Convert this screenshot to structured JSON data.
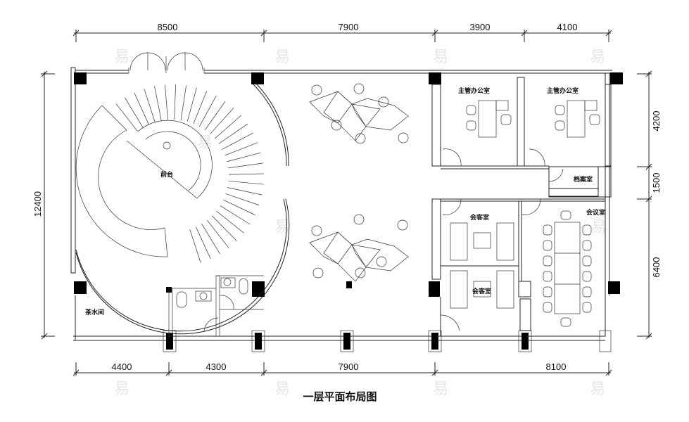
{
  "title": "一层平面布局图",
  "dimensions": {
    "top": [
      "8500",
      "7900",
      "3900",
      "4100"
    ],
    "bottom": [
      "4400",
      "4300",
      "7900",
      "8100"
    ],
    "left": "12400",
    "right": [
      "4200",
      "1500",
      "6400"
    ]
  },
  "rooms": {
    "reception": "前台",
    "tea_room": "茶水间",
    "manager_office_1": "主管办公室",
    "manager_office_2": "主管办公室",
    "archive": "档案室",
    "guest_room_1": "会客室",
    "guest_room_2": "会客室",
    "meeting_room": "会议室"
  },
  "watermark": "易"
}
